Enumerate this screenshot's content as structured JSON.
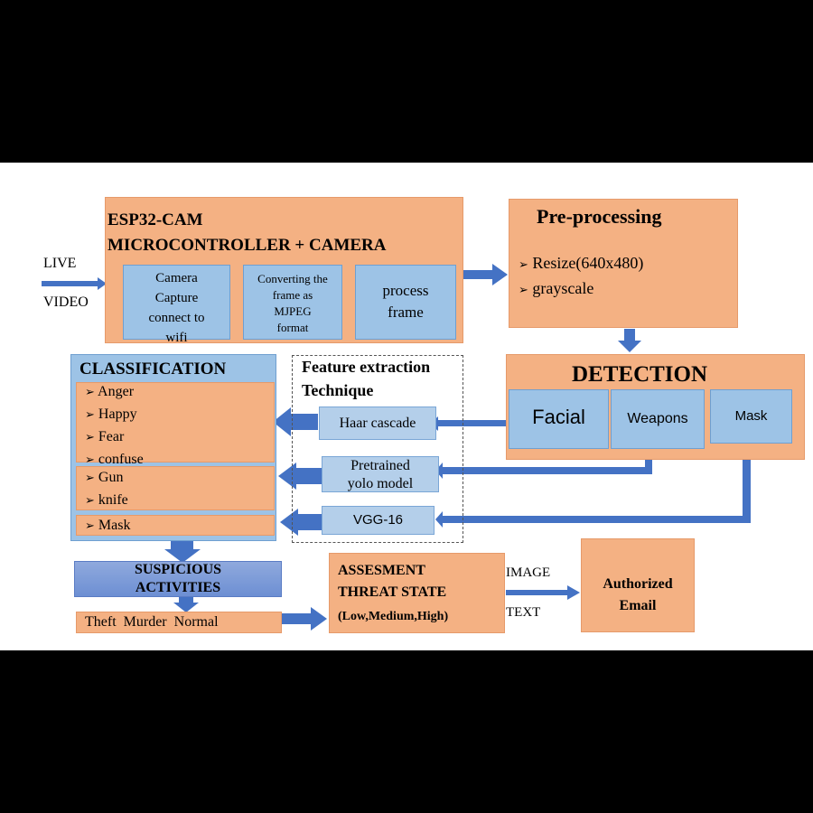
{
  "live_video": {
    "line1": "LIVE",
    "line2": "VIDEO"
  },
  "esp": {
    "title1": "ESP32-CAM",
    "title2": "MICROCONTROLLER + CAMERA",
    "sub1": [
      "Camera",
      "Capture",
      "connect to",
      "wifi"
    ],
    "sub2": [
      "Converting the",
      "frame as",
      "MJPEG",
      "format"
    ],
    "sub3": [
      "process",
      "frame"
    ]
  },
  "preprocessing": {
    "title": "Pre-processing",
    "items": [
      "Resize(640x480)",
      "grayscale"
    ]
  },
  "detection": {
    "title": "DETECTION",
    "items": [
      "Facial",
      "Weapons",
      "Mask"
    ]
  },
  "feature": {
    "title1": "Feature extraction",
    "title2": "Technique",
    "items": [
      [
        "Haar cascade"
      ],
      [
        "Pretrained",
        "yolo model"
      ],
      [
        "VGG-16"
      ]
    ]
  },
  "classification": {
    "title": "CLASSIFICATION",
    "group1": [
      "Anger",
      "Happy",
      "Fear",
      "confuse"
    ],
    "group2": [
      "Gun",
      "knife"
    ],
    "group3": [
      "Mask"
    ]
  },
  "suspicious": {
    "line1": "SUSPICIOUS",
    "line2": "ACTIVITIES"
  },
  "outcomes": "Theft  Murder  Normal",
  "assessment": {
    "line1": "ASSESMENT",
    "line2": "THREAT STATE",
    "line3": "(Low,Medium,High)"
  },
  "channels": {
    "image": "IMAGE",
    "text": "TEXT"
  },
  "email": {
    "line1": "Authorized",
    "line2": "Email"
  },
  "colors": {
    "orange": "#f4b183",
    "blue": "#9dc3e6",
    "arrow": "#4472c4",
    "black": "#000000"
  }
}
